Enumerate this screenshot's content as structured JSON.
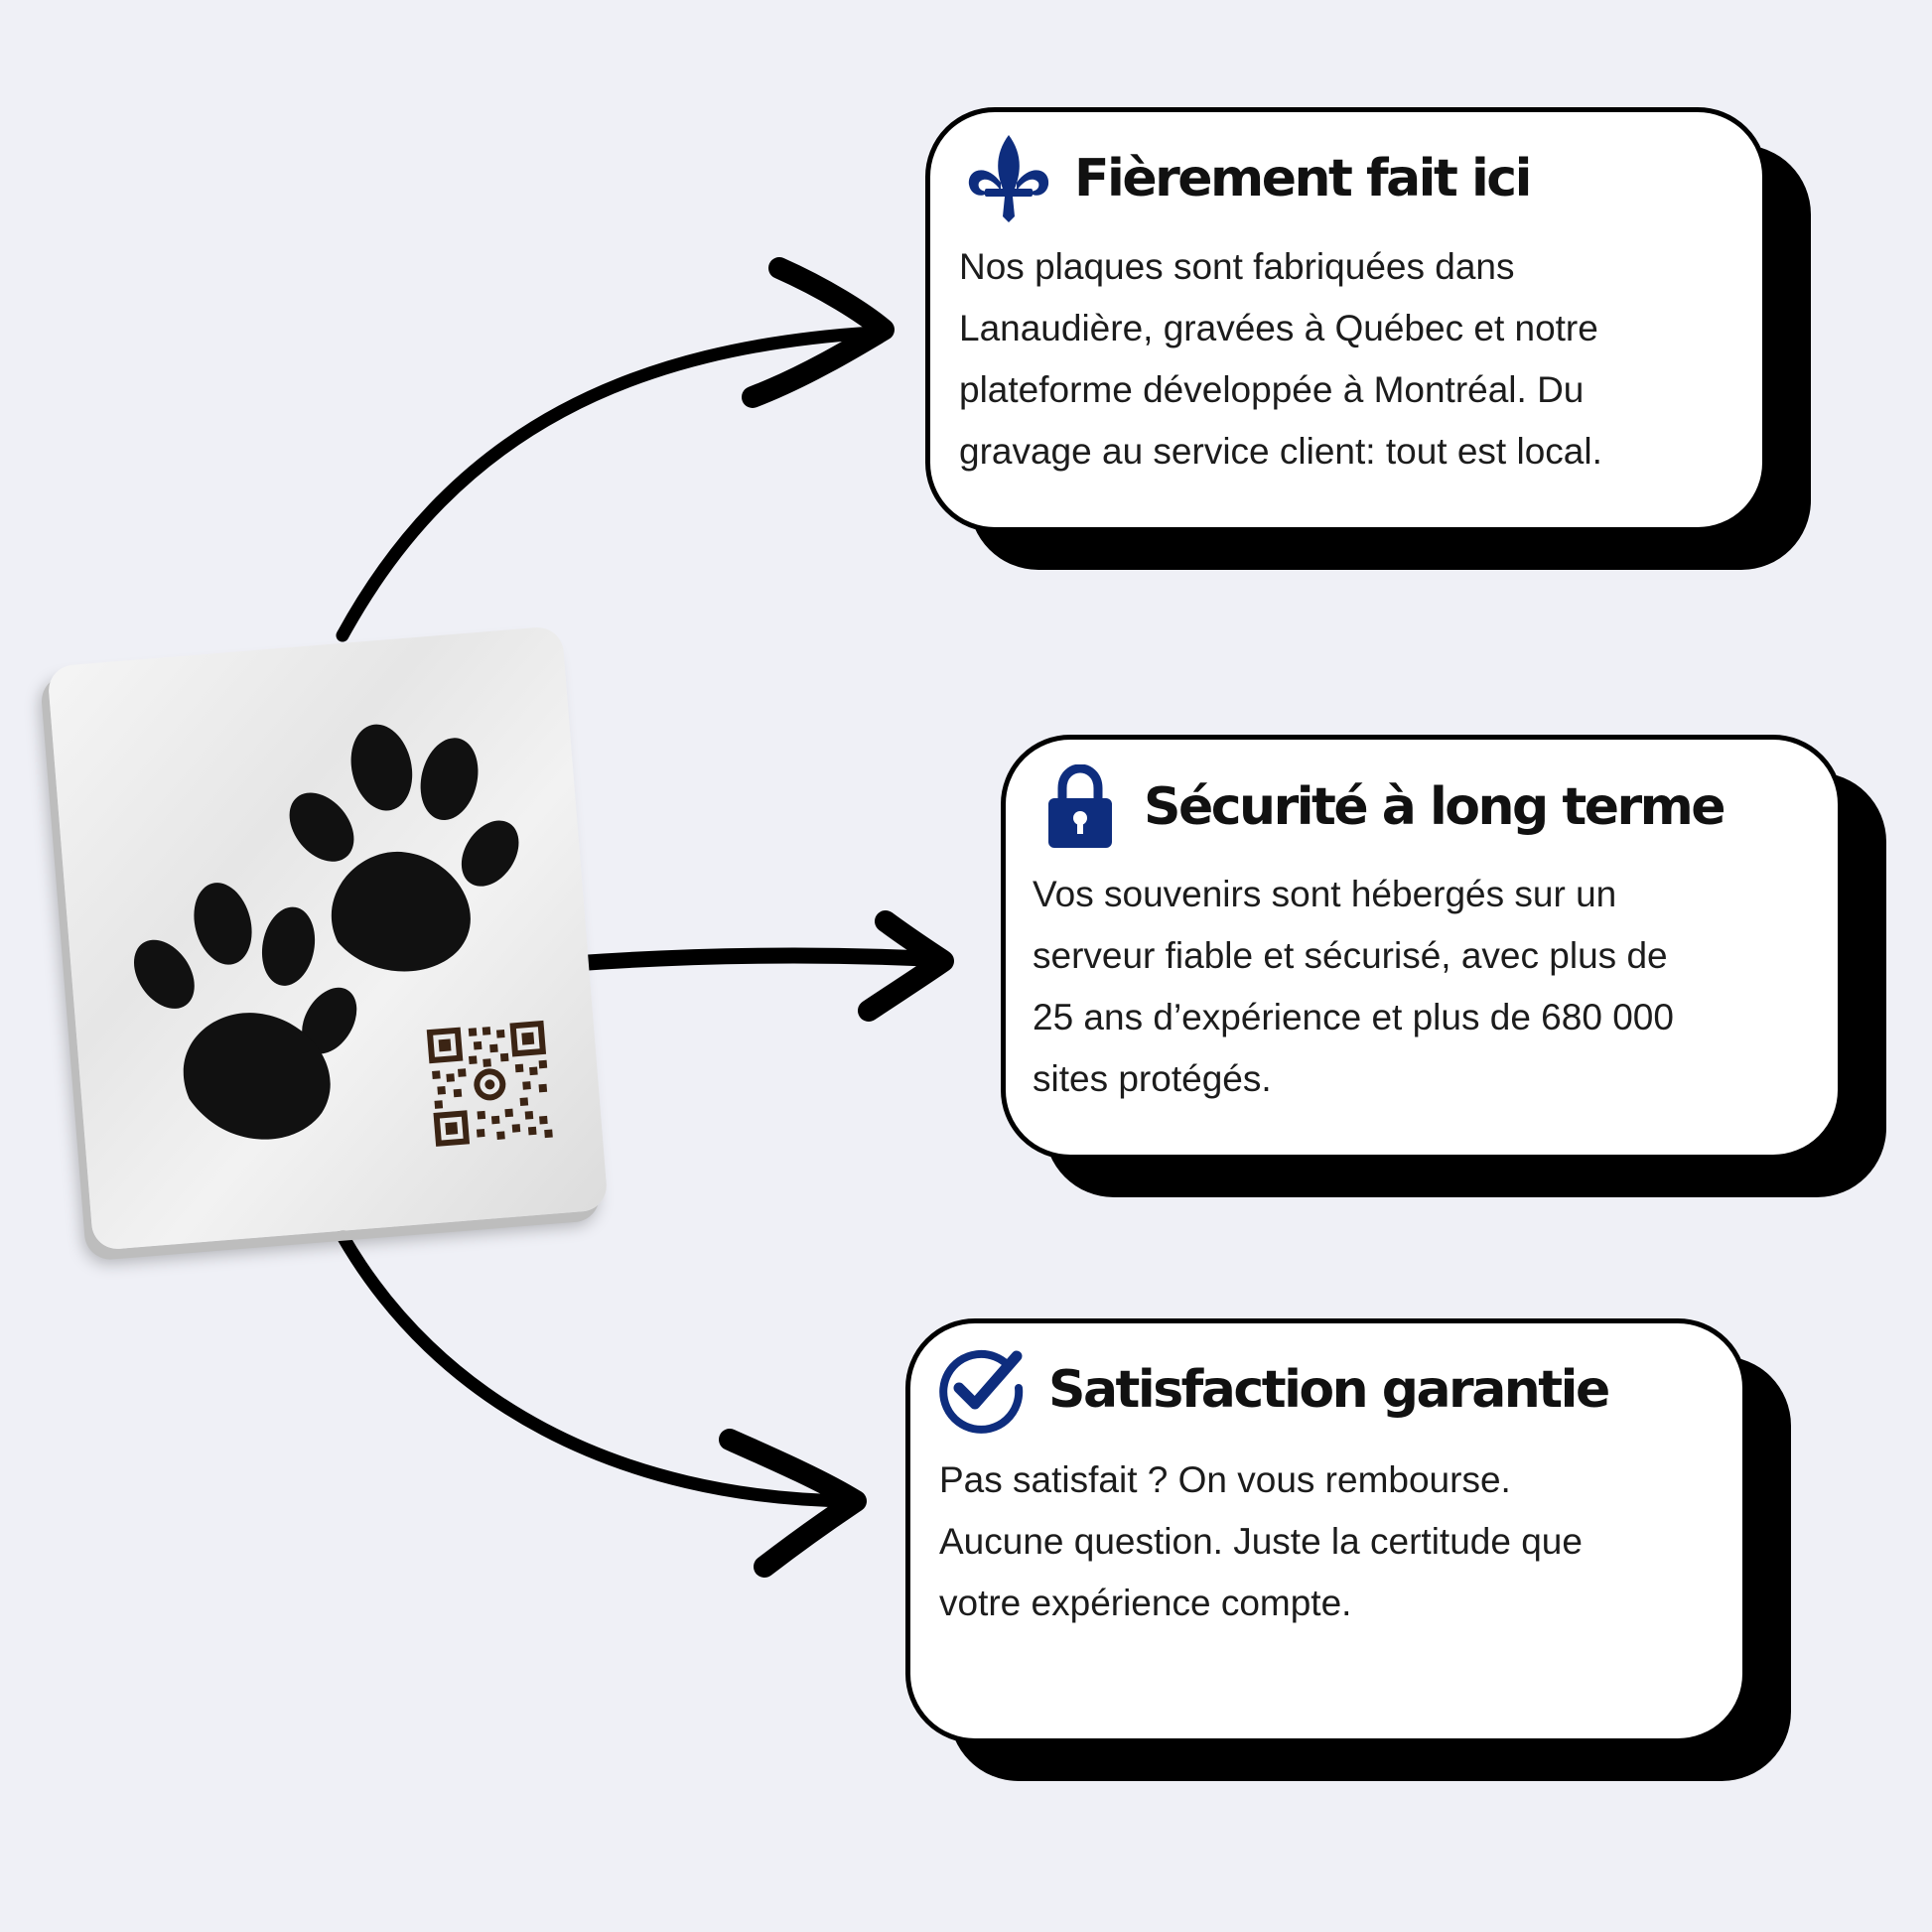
{
  "colors": {
    "background": "#eff0f6",
    "card": "#ffffff",
    "card_shadow": "#000000",
    "icon_blue": "#0e2d7e",
    "qr_brown": "#3b2414",
    "paw": "#111111"
  },
  "plaque": {
    "icons": [
      "paw-print-icon",
      "paw-print-icon",
      "qr-code-icon"
    ]
  },
  "features": [
    {
      "icon": "fleur-de-lis-icon",
      "title": "Fièrement fait ici",
      "text": "Nos plaques sont fabriquées dans\nLanaudière, gravées à Québec et notre\nplateforme développée à Montréal. Du\ngravage au service client: tout est local."
    },
    {
      "icon": "padlock-icon",
      "title": "Sécurité à long terme",
      "text": "Vos souvenirs sont hébergés sur un\nserveur fiable et sécurisé, avec plus de\n25 ans d’expérience et plus de 680 000\nsites protégés."
    },
    {
      "icon": "checkmark-circle-icon",
      "title": "Satisfaction garantie",
      "text": "Pas satisfait ? On vous rembourse.\nAucune question. Juste la certitude que\nvotre expérience compte."
    }
  ]
}
